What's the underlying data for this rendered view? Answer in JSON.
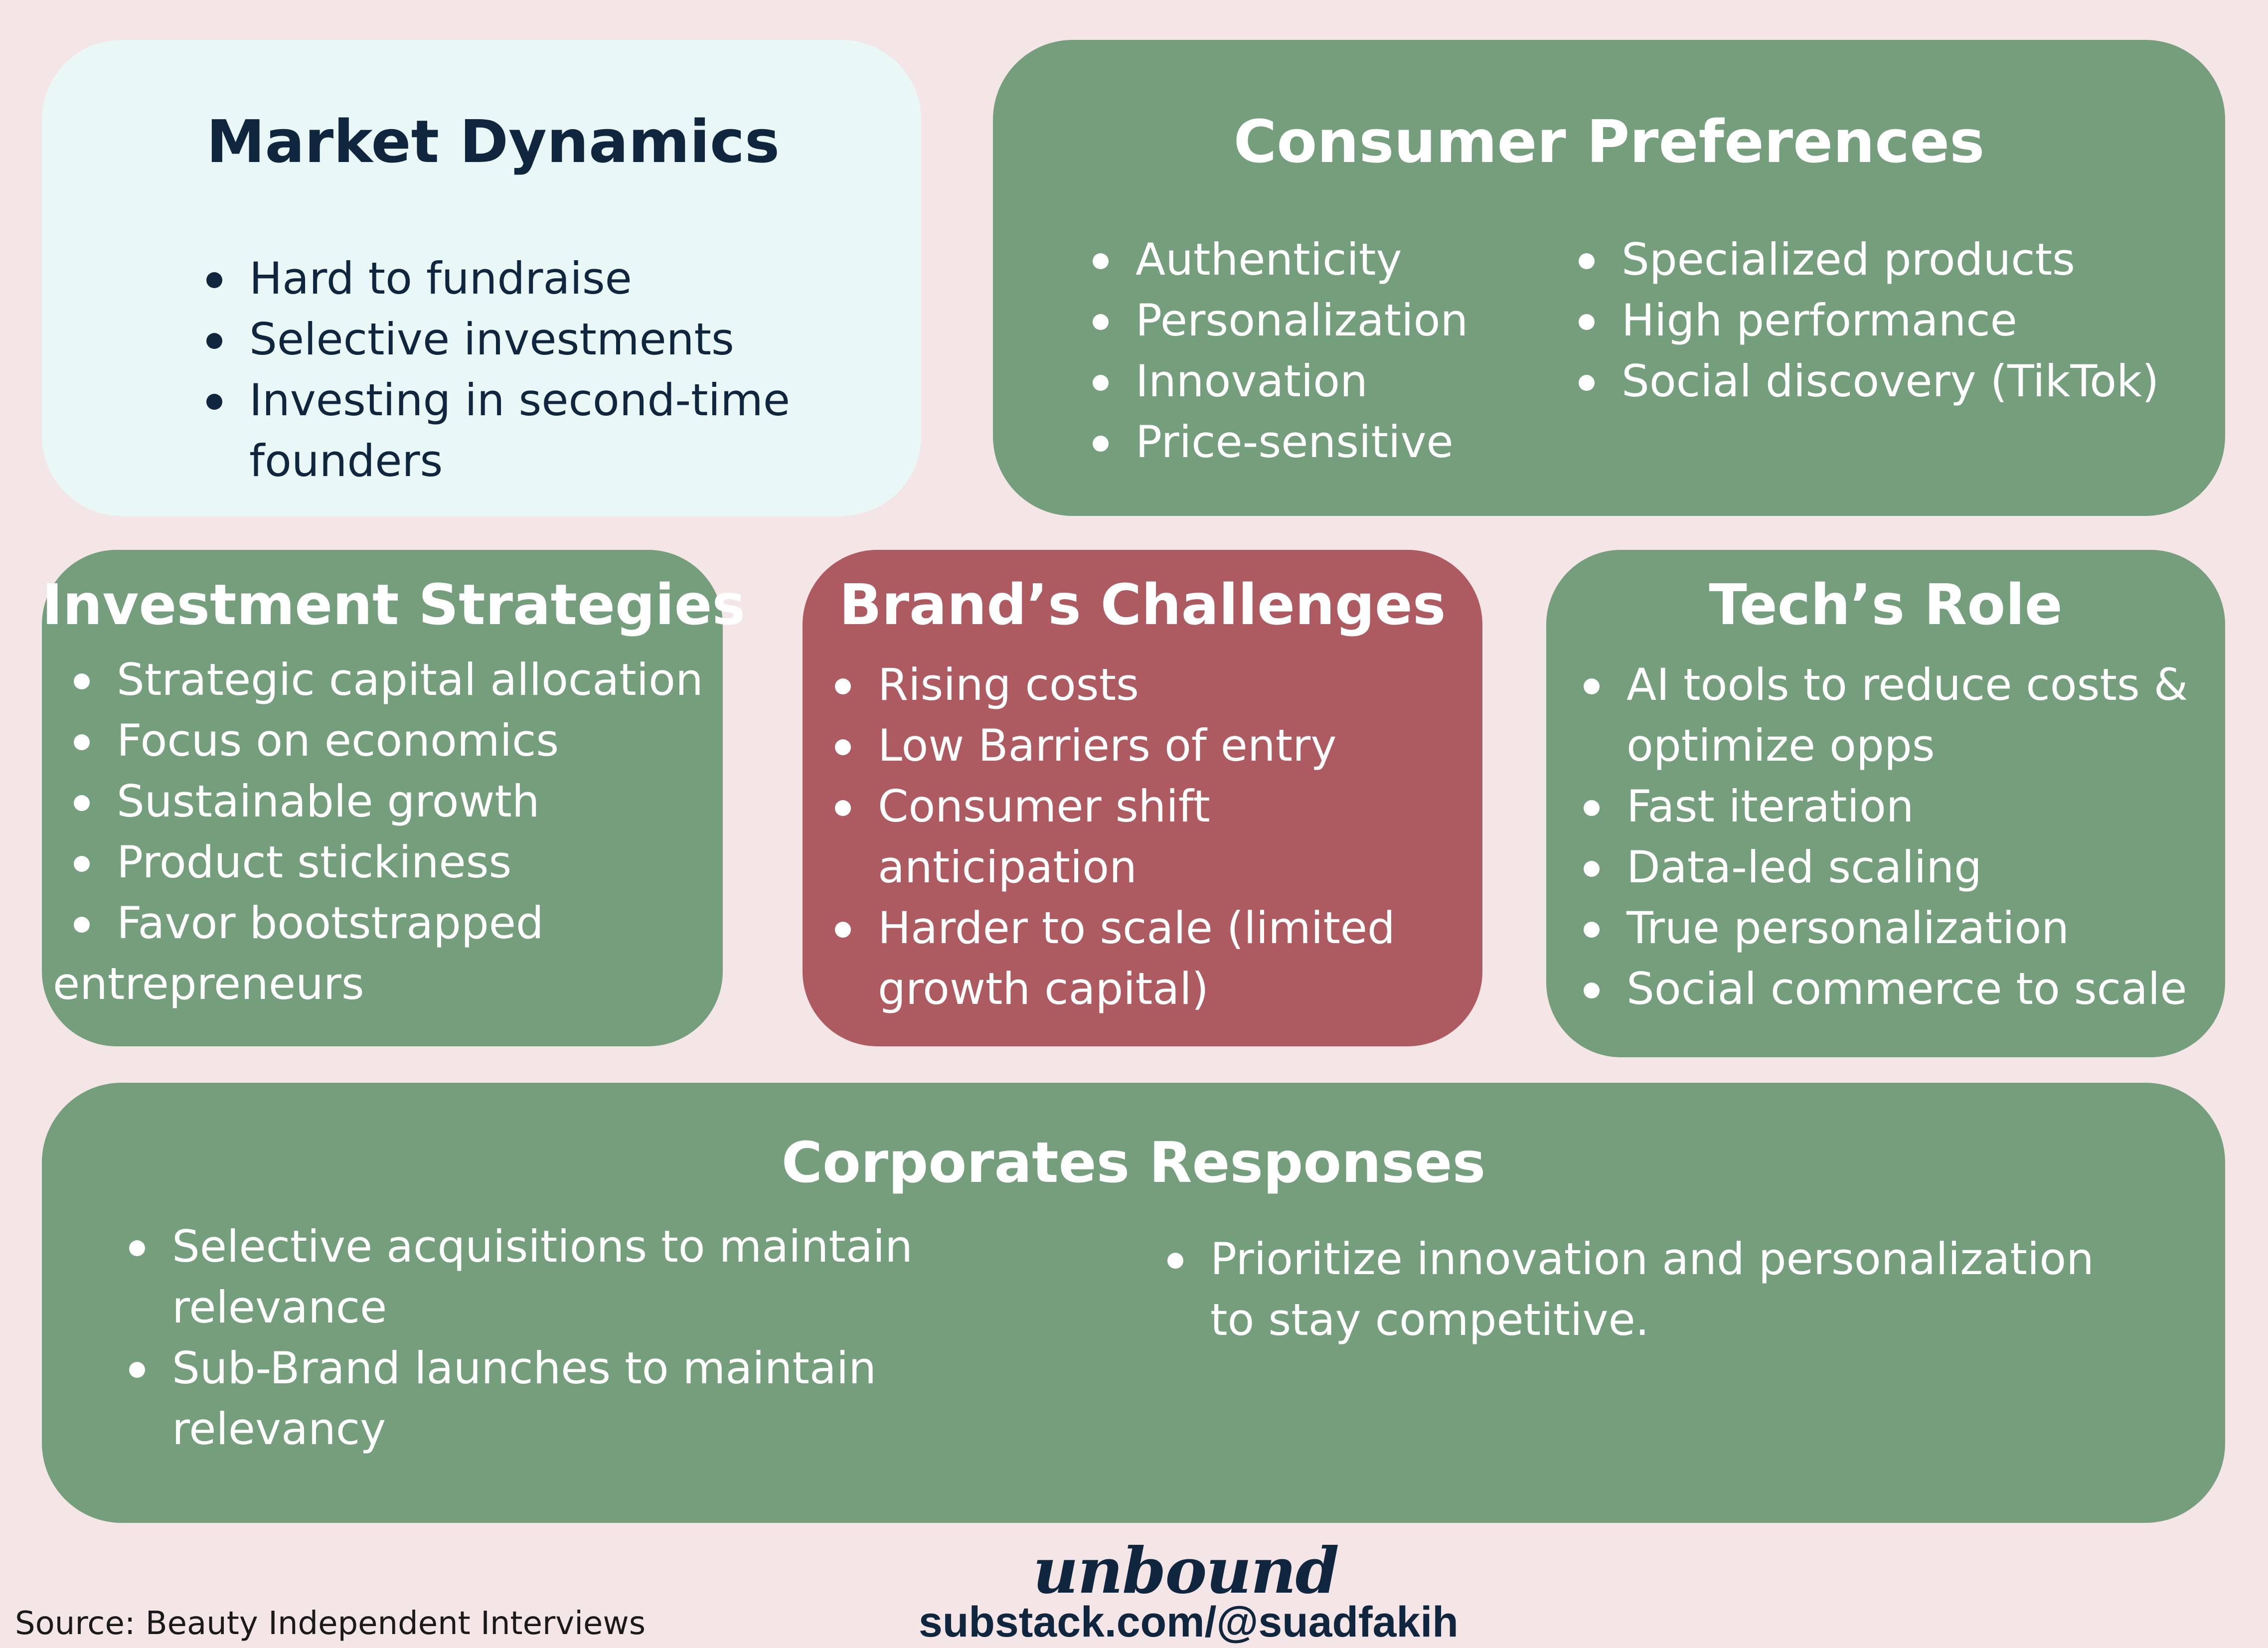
{
  "colors": {
    "background": "#f4e5e6",
    "green": "#759e7c",
    "mint": "#eaf7f7",
    "red": "#ae5a61",
    "dark_text": "#10263e"
  },
  "market_dynamics": {
    "title": "Market Dynamics",
    "items": [
      "Hard to fundraise",
      "Selective investments",
      "Investing in second-time founders"
    ]
  },
  "consumer_preferences": {
    "title": "Consumer Preferences",
    "col1": [
      "Authenticity",
      "Personalization",
      "Innovation",
      "Price-sensitive"
    ],
    "col2": [
      "Specialized products",
      "High performance",
      "Social discovery (TikTok)"
    ]
  },
  "investment_strategies": {
    "title": "Investment Strategies",
    "items": [
      "Strategic capital allocation",
      "Focus on economics",
      "Sustainable growth",
      "Product stickiness",
      "Favor bootstrapped"
    ],
    "continuation": "entrepreneurs"
  },
  "brands_challenges": {
    "title": "Brand’s Challenges",
    "items": [
      "Rising costs",
      "Low Barriers of entry",
      "Consumer shift anticipation",
      "Harder to scale (limited growth capital)"
    ]
  },
  "tech_role": {
    "title": "Tech’s Role",
    "items": [
      "AI tools to reduce costs & optimize opps",
      "Fast iteration",
      "Data-led scaling",
      "True personalization",
      "Social commerce to scale"
    ]
  },
  "corporates_responses": {
    "title": "Corporates Responses",
    "col1": [
      "Selective acquisitions to maintain relevance",
      "Sub-Brand launches to maintain relevancy"
    ],
    "col2": [
      "Prioritize innovation and personalization to stay competitive."
    ]
  },
  "footer": {
    "source": "Source: Beauty Independent Interviews",
    "logo": "unbound",
    "url": "substack.com/@suadfakih"
  }
}
